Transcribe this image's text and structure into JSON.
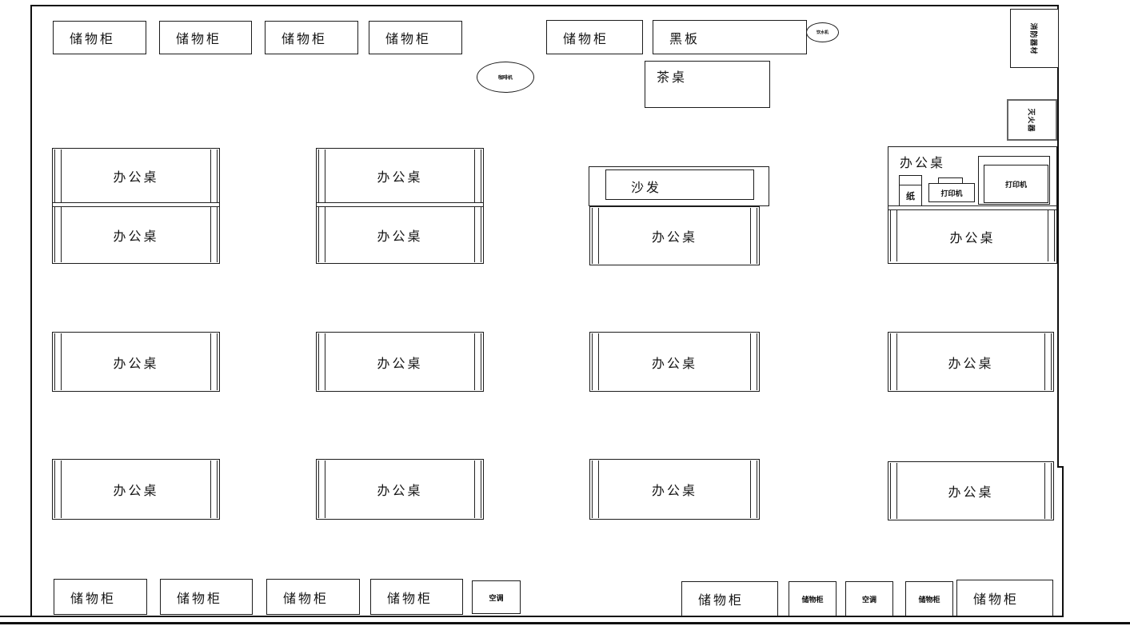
{
  "floor_plan": {
    "top_row": {
      "cabinets": [
        "储物柜",
        "储物柜",
        "储物柜",
        "储物柜"
      ],
      "cabinet_mid": "储物柜",
      "blackboard": "黑板",
      "water_dispenser": "饮水机",
      "tea_table": "茶桌",
      "coffee_machine": "咖啡机"
    },
    "right_wall": {
      "fire_equipment": "消防器材",
      "fire_extinguisher": "灭火器"
    },
    "desks": {
      "desk": "办公桌",
      "sofa": "沙发",
      "printer": "打印机",
      "paper": "纸"
    },
    "bottom_row": {
      "cabinets_left": [
        "储物柜",
        "储物柜",
        "储物柜",
        "储物柜"
      ],
      "ac_left": "空调",
      "cabinet_right_big_1": "储物柜",
      "cabinet_right_small_1": "储物柜",
      "ac_right": "空调",
      "cabinet_right_small_2": "储物柜",
      "cabinet_right_big_2": "储物柜"
    },
    "colors": {
      "line": "#1c1c1c",
      "wall": "#0f0f0f",
      "background": "#ffffff"
    }
  }
}
